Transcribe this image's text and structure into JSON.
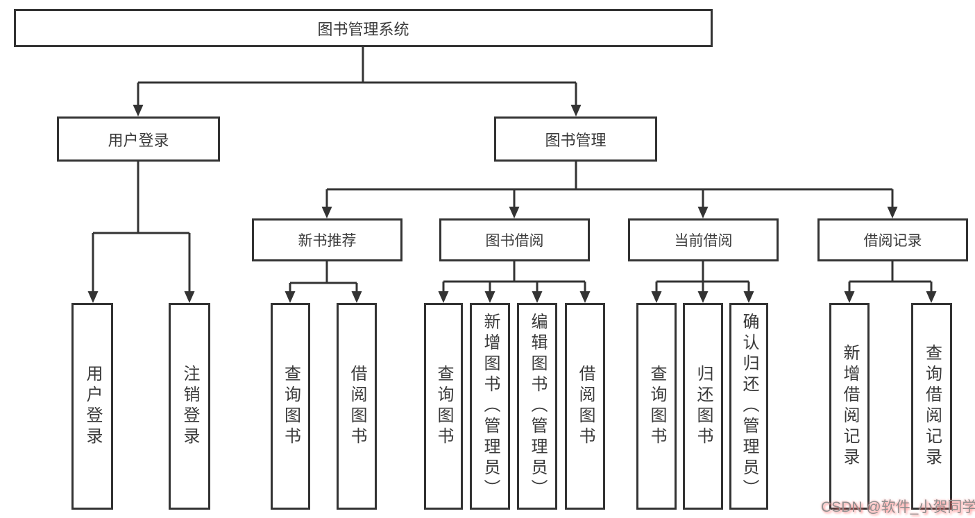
{
  "tree": {
    "root": {
      "label": "图书管理系统"
    },
    "children": [
      {
        "label": "用户登录",
        "children": [
          {
            "label": "用户登录"
          },
          {
            "label": "注销登录"
          }
        ]
      },
      {
        "label": "图书管理",
        "children": [
          {
            "label": "新书推荐",
            "children": [
              {
                "label": "查询图书"
              },
              {
                "label": "借阅图书"
              }
            ]
          },
          {
            "label": "图书借阅",
            "children": [
              {
                "label": "查询图书"
              },
              {
                "label": "新增图书（管理员）"
              },
              {
                "label": "编辑图书（管理员）"
              },
              {
                "label": "借阅图书"
              }
            ]
          },
          {
            "label": "当前借阅",
            "children": [
              {
                "label": "查询图书"
              },
              {
                "label": "归还图书"
              },
              {
                "label": "确认归还（管理员）"
              }
            ]
          },
          {
            "label": "借阅记录",
            "children": [
              {
                "label": "新增借阅记录"
              },
              {
                "label": "查询借阅记录"
              }
            ]
          }
        ]
      }
    ]
  },
  "watermark": {
    "text": "CSDN @软件_小贺同学"
  },
  "colors": {
    "line": "#333333",
    "text": "#3a3a3a",
    "box_fill": "#ffffff",
    "background": "#ffffff",
    "watermark_text": "#8f8f8f",
    "watermark_glow": "#ff6060"
  }
}
